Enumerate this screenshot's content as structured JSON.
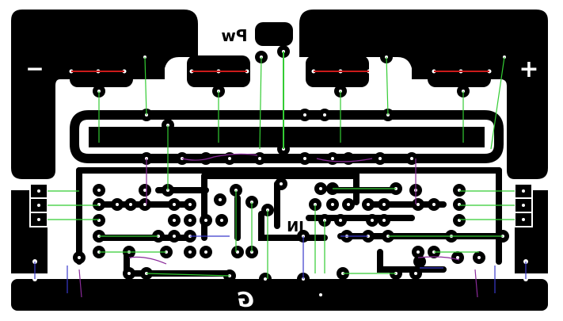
{
  "board": {
    "labels": {
      "minus": "−",
      "plus": "+",
      "pw": "Pw",
      "in": "IN",
      "gnd": "G"
    },
    "colors": {
      "background": "#ffffff",
      "copper": "#000000",
      "jumper_green": "#33cc33",
      "jumper_red": "#cc1a1a",
      "jumper_blue": "#3a3acc",
      "jumper_purple": "#8a2a9a"
    }
  }
}
